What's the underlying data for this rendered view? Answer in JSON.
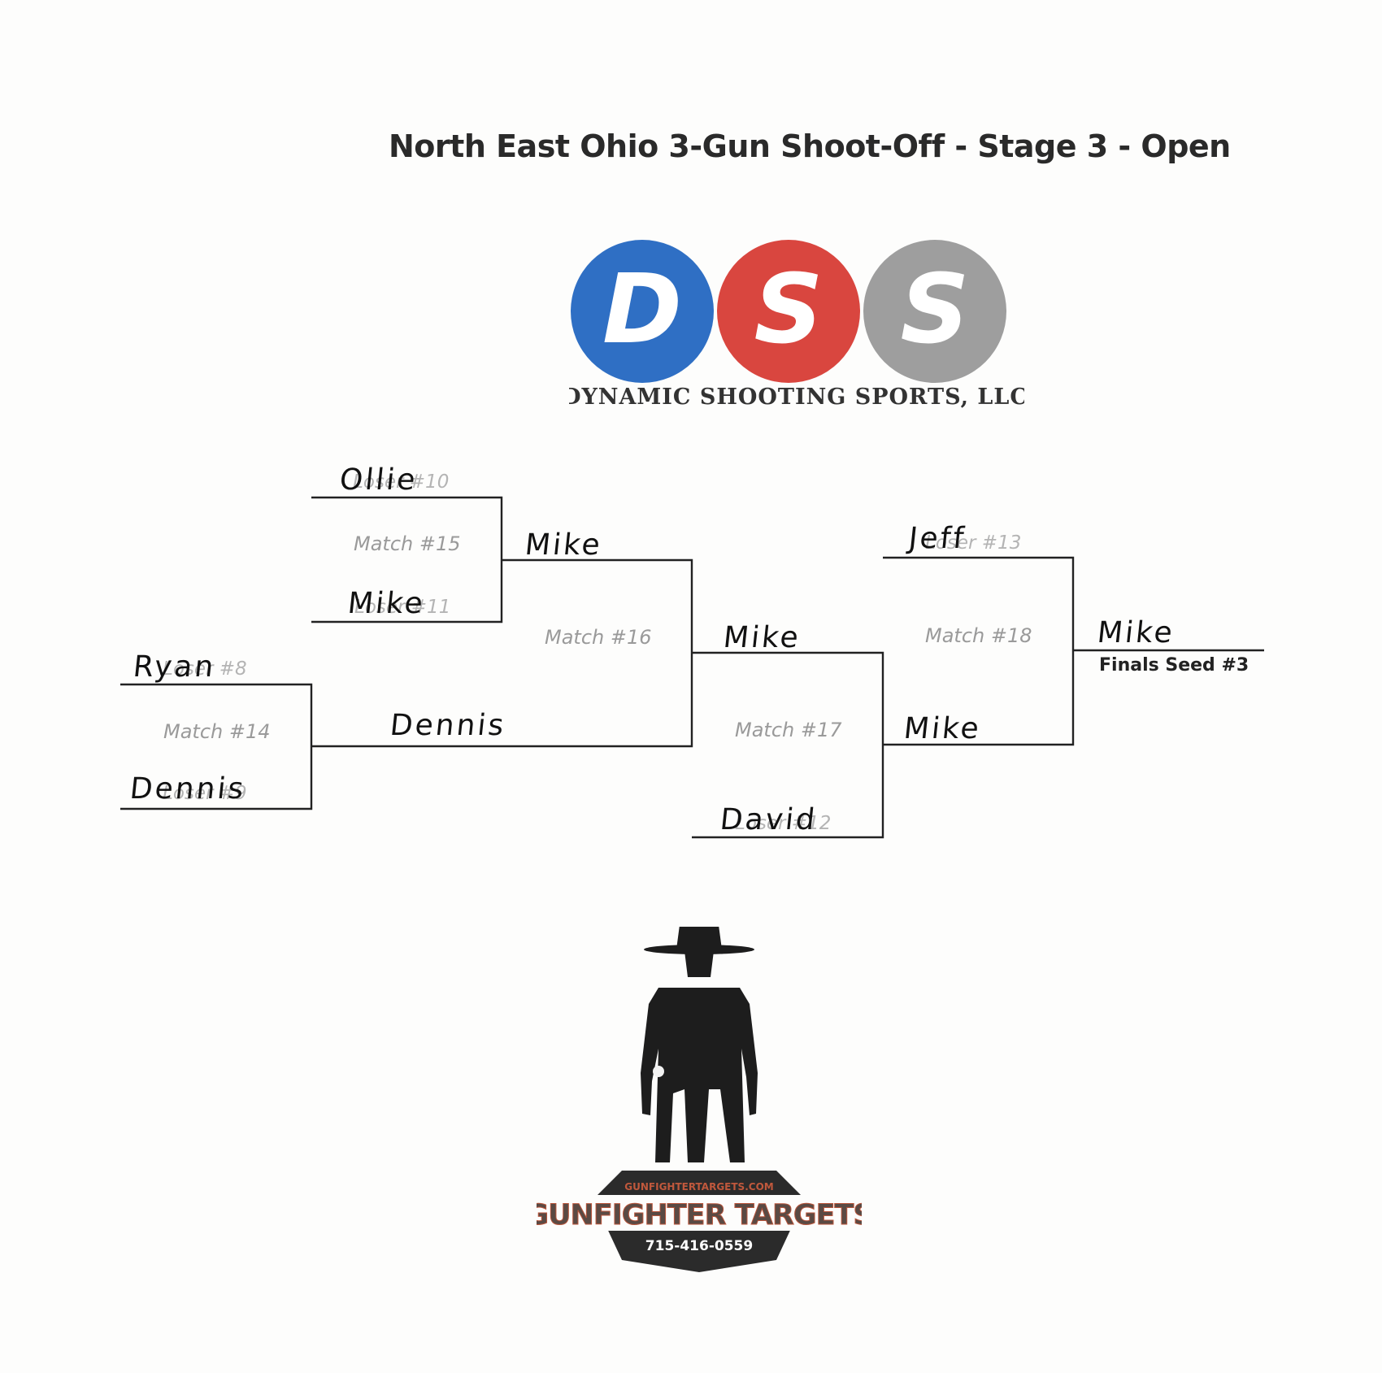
{
  "title": "North East Ohio 3-Gun Shoot-Off - Stage 3 - Open",
  "sponsor_dss": {
    "letters": [
      "D",
      "S",
      "S"
    ],
    "name": "DYNAMIC SHOOTING SPORTS, LLC",
    "colors": [
      "#2f6fc4",
      "#d9463f",
      "#9e9e9e"
    ]
  },
  "sponsor_gunfighter": {
    "website": "GUNFIGHTERTARGETS.COM",
    "name": "GUNFIGHTER TARGETS",
    "phone": "715-416-0559"
  },
  "bracket": {
    "matches": [
      {
        "label": "Match #15",
        "top_placeholder": "Loser #10",
        "top_name": "Ollie",
        "bottom_placeholder": "Loser #11",
        "bottom_name": "Mike"
      },
      {
        "label": "Match #14",
        "top_placeholder": "Loser #8",
        "top_name": "Ryan",
        "bottom_placeholder": "Loser #9",
        "bottom_name": "Dennis"
      },
      {
        "label": "Match #16",
        "top_name": "Mike",
        "bottom_name": "Dennis"
      },
      {
        "label": "Match #17",
        "top_name": "Mike",
        "bottom_placeholder": "Loser #12",
        "bottom_name": "David"
      },
      {
        "label": "Match #18",
        "top_placeholder": "Loser #13",
        "top_name": "Jeff",
        "bottom_name": "Mike"
      }
    ],
    "winner_name": "Mike",
    "winner_label": "Finals Seed #3"
  }
}
